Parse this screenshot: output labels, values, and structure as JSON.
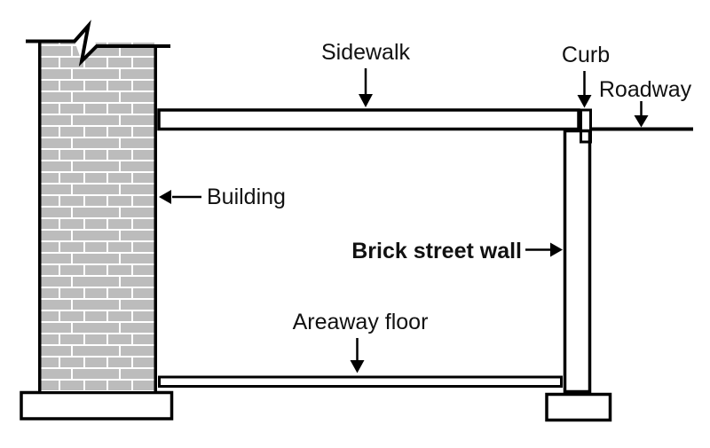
{
  "labels": {
    "sidewalk": "Sidewalk",
    "curb": "Curb",
    "roadway": "Roadway",
    "building": "Building",
    "brick_street_wall": "Brick street wall",
    "areaway_floor": "Areaway floor"
  },
  "colors": {
    "brick_fill": "#bcbcbc",
    "mortar_white": "#ffffff",
    "outline_black": "#000000",
    "curb_fill": "#5e5e5e",
    "stipple_dot": "#000000",
    "background": "#ffffff"
  }
}
